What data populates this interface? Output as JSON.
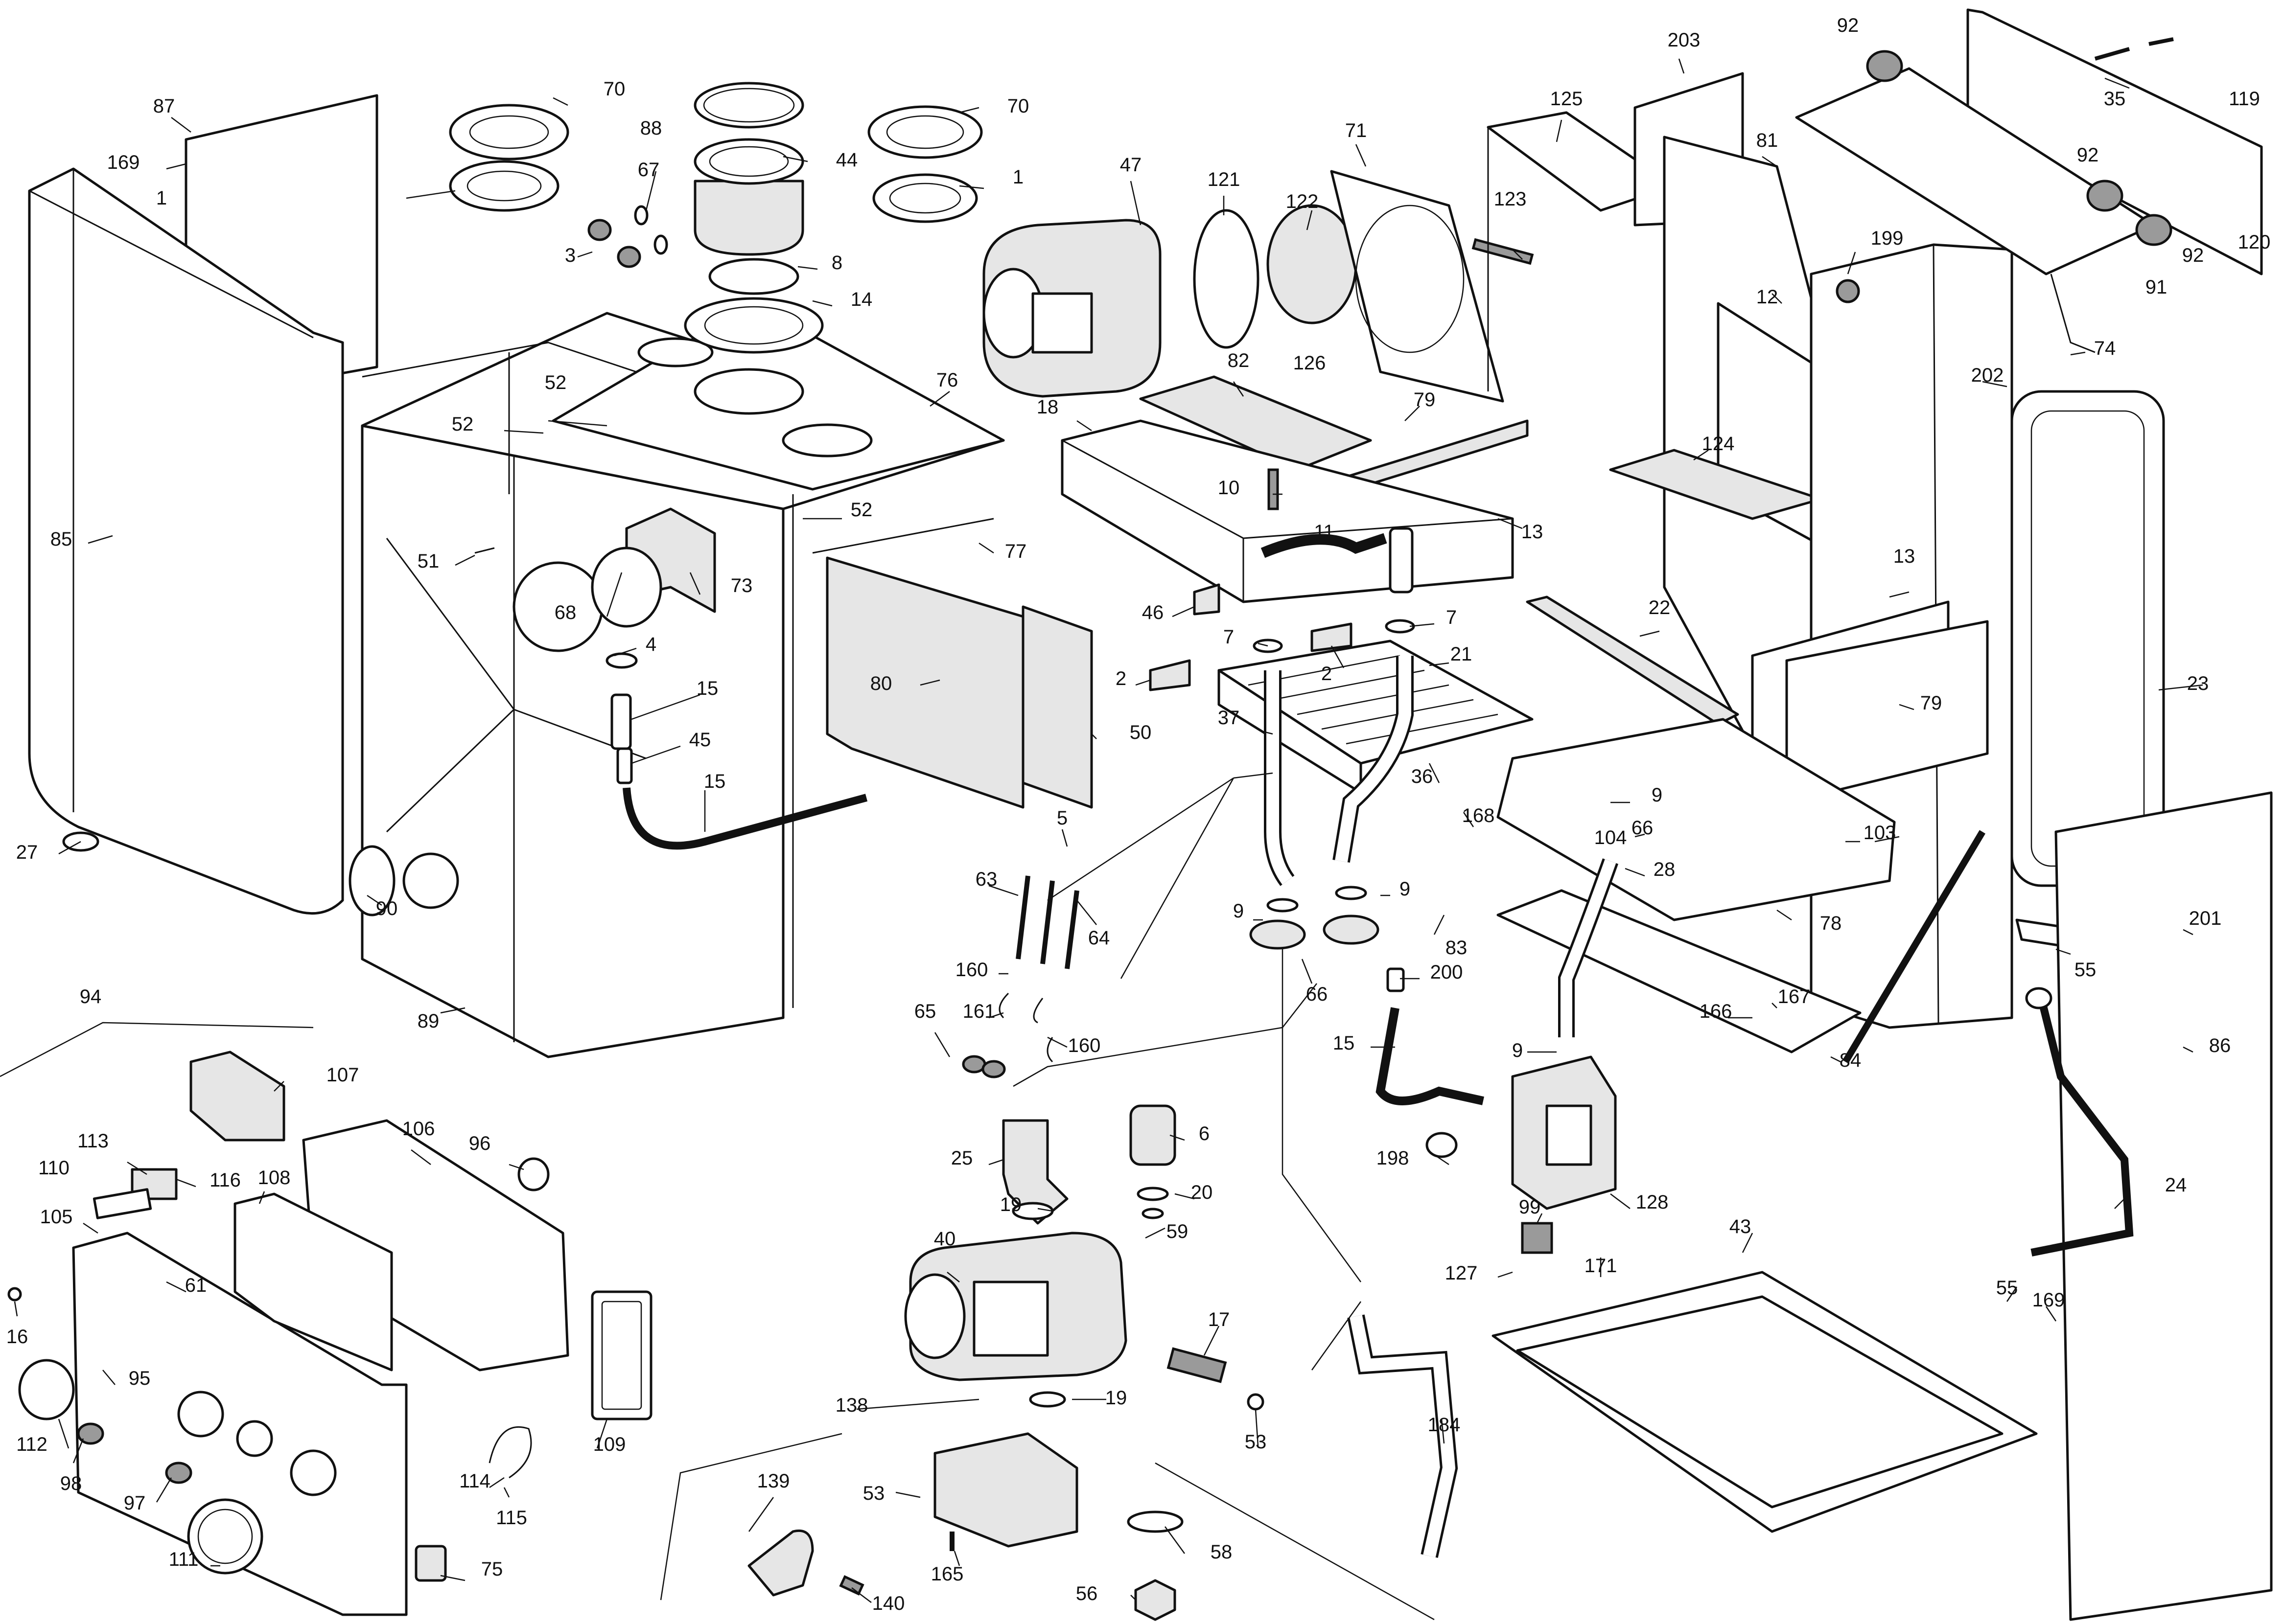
{
  "labels": [
    {
      "id": "l87",
      "text": "87"
    },
    {
      "id": "l169a",
      "text": "169"
    },
    {
      "id": "l1a",
      "text": "1"
    },
    {
      "id": "l70a",
      "text": "70"
    },
    {
      "id": "l88",
      "text": "88"
    },
    {
      "id": "l44",
      "text": "44"
    },
    {
      "id": "l67",
      "text": "67"
    },
    {
      "id": "l3",
      "text": "3"
    },
    {
      "id": "l8",
      "text": "8"
    },
    {
      "id": "l14",
      "text": "14"
    },
    {
      "id": "l70b",
      "text": "70"
    },
    {
      "id": "l1b",
      "text": "1"
    },
    {
      "id": "l47",
      "text": "47"
    },
    {
      "id": "l121",
      "text": "121"
    },
    {
      "id": "l122",
      "text": "122"
    },
    {
      "id": "l126",
      "text": "126"
    },
    {
      "id": "l71",
      "text": "71"
    },
    {
      "id": "l125",
      "text": "125"
    },
    {
      "id": "l123",
      "text": "123"
    },
    {
      "id": "l203",
      "text": "203"
    },
    {
      "id": "l81",
      "text": "81"
    },
    {
      "id": "l92a",
      "text": "92"
    },
    {
      "id": "l35",
      "text": "35"
    },
    {
      "id": "l119",
      "text": "119"
    },
    {
      "id": "l92b",
      "text": "92"
    },
    {
      "id": "l92c",
      "text": "92"
    },
    {
      "id": "l120",
      "text": "120"
    },
    {
      "id": "l199",
      "text": "199"
    },
    {
      "id": "l91",
      "text": "91"
    },
    {
      "id": "l74",
      "text": "74"
    },
    {
      "id": "l12",
      "text": "12"
    },
    {
      "id": "l202",
      "text": "202"
    },
    {
      "id": "l52a",
      "text": "52"
    },
    {
      "id": "l52b",
      "text": "52"
    },
    {
      "id": "l76",
      "text": "76"
    },
    {
      "id": "l82",
      "text": "82"
    },
    {
      "id": "l18",
      "text": "18"
    },
    {
      "id": "l79a",
      "text": "79"
    },
    {
      "id": "l124",
      "text": "124"
    },
    {
      "id": "l85",
      "text": "85"
    },
    {
      "id": "l52c",
      "text": "52"
    },
    {
      "id": "l10",
      "text": "10"
    },
    {
      "id": "l51",
      "text": "51"
    },
    {
      "id": "l73",
      "text": "73"
    },
    {
      "id": "l77",
      "text": "77"
    },
    {
      "id": "l11",
      "text": "11"
    },
    {
      "id": "l13a",
      "text": "13"
    },
    {
      "id": "l68",
      "text": "68"
    },
    {
      "id": "l46",
      "text": "46"
    },
    {
      "id": "l13b",
      "text": "13"
    },
    {
      "id": "l4",
      "text": "4"
    },
    {
      "id": "l7a",
      "text": "7"
    },
    {
      "id": "l7b",
      "text": "7"
    },
    {
      "id": "l22",
      "text": "22"
    },
    {
      "id": "l21",
      "text": "21"
    },
    {
      "id": "l2a",
      "text": "2"
    },
    {
      "id": "l2b",
      "text": "2"
    },
    {
      "id": "l15a",
      "text": "15"
    },
    {
      "id": "l80",
      "text": "80"
    },
    {
      "id": "l79b",
      "text": "79"
    },
    {
      "id": "l23",
      "text": "23"
    },
    {
      "id": "l37",
      "text": "37"
    },
    {
      "id": "l45",
      "text": "45"
    },
    {
      "id": "l50",
      "text": "50"
    },
    {
      "id": "l36",
      "text": "36"
    },
    {
      "id": "l9a",
      "text": "9"
    },
    {
      "id": "l15b",
      "text": "15"
    },
    {
      "id": "l168",
      "text": "168"
    },
    {
      "id": "l66a",
      "text": "66"
    },
    {
      "id": "l104",
      "text": "104"
    },
    {
      "id": "l103",
      "text": "103"
    },
    {
      "id": "l5",
      "text": "5"
    },
    {
      "id": "l27",
      "text": "27"
    },
    {
      "id": "l28",
      "text": "28"
    },
    {
      "id": "l90",
      "text": "90"
    },
    {
      "id": "l63",
      "text": "63"
    },
    {
      "id": "l9b",
      "text": "9"
    },
    {
      "id": "l9c",
      "text": "9"
    },
    {
      "id": "l78",
      "text": "78"
    },
    {
      "id": "l83",
      "text": "83"
    },
    {
      "id": "l201",
      "text": "201"
    },
    {
      "id": "l64",
      "text": "64"
    },
    {
      "id": "l160a",
      "text": "160"
    },
    {
      "id": "l200",
      "text": "200"
    },
    {
      "id": "l55a",
      "text": "55"
    },
    {
      "id": "l66b",
      "text": "66"
    },
    {
      "id": "l167",
      "text": "167"
    },
    {
      "id": "l94",
      "text": "94"
    },
    {
      "id": "l89",
      "text": "89"
    },
    {
      "id": "l161",
      "text": "161"
    },
    {
      "id": "l166",
      "text": "166"
    },
    {
      "id": "l65",
      "text": "65"
    },
    {
      "id": "l15c",
      "text": "15"
    },
    {
      "id": "l160b",
      "text": "160"
    },
    {
      "id": "l9d",
      "text": "9"
    },
    {
      "id": "l84",
      "text": "84"
    },
    {
      "id": "l86",
      "text": "86"
    },
    {
      "id": "l107",
      "text": "107"
    },
    {
      "id": "l6",
      "text": "6"
    },
    {
      "id": "l106",
      "text": "106"
    },
    {
      "id": "l113",
      "text": "113"
    },
    {
      "id": "l96",
      "text": "96"
    },
    {
      "id": "l25",
      "text": "25"
    },
    {
      "id": "l198",
      "text": "198"
    },
    {
      "id": "l110",
      "text": "110"
    },
    {
      "id": "l116",
      "text": "116"
    },
    {
      "id": "l108",
      "text": "108"
    },
    {
      "id": "l20",
      "text": "20"
    },
    {
      "id": "l19a",
      "text": "19"
    },
    {
      "id": "l128",
      "text": "128"
    },
    {
      "id": "l24",
      "text": "24"
    },
    {
      "id": "l105",
      "text": "105"
    },
    {
      "id": "l99",
      "text": "99"
    },
    {
      "id": "l59",
      "text": "59"
    },
    {
      "id": "l43",
      "text": "43"
    },
    {
      "id": "l40",
      "text": "40"
    },
    {
      "id": "l61",
      "text": "61"
    },
    {
      "id": "l171",
      "text": "171"
    },
    {
      "id": "l127",
      "text": "127"
    },
    {
      "id": "l55b",
      "text": "55"
    },
    {
      "id": "l169b",
      "text": "169"
    },
    {
      "id": "l16",
      "text": "16"
    },
    {
      "id": "l17",
      "text": "17"
    },
    {
      "id": "l95",
      "text": "95"
    },
    {
      "id": "l109",
      "text": "109"
    },
    {
      "id": "l19b",
      "text": "19"
    },
    {
      "id": "l184",
      "text": "184"
    },
    {
      "id": "l138",
      "text": "138"
    },
    {
      "id": "l53a",
      "text": "53"
    },
    {
      "id": "l112",
      "text": "112"
    },
    {
      "id": "l98",
      "text": "98"
    },
    {
      "id": "l114",
      "text": "114"
    },
    {
      "id": "l139",
      "text": "139"
    },
    {
      "id": "l53b",
      "text": "53"
    },
    {
      "id": "l97",
      "text": "97"
    },
    {
      "id": "l115",
      "text": "115"
    },
    {
      "id": "l58",
      "text": "58"
    },
    {
      "id": "l111",
      "text": "111"
    },
    {
      "id": "l75",
      "text": "75"
    },
    {
      "id": "l165",
      "text": "165"
    },
    {
      "id": "l56",
      "text": "56"
    },
    {
      "id": "l140",
      "text": "140"
    }
  ]
}
